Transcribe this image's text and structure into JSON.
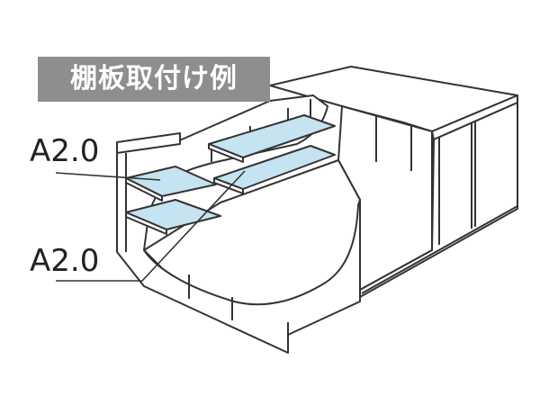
{
  "title": "棚板取付け例",
  "labels": {
    "upper": "A2.0",
    "lower": "A2.0"
  },
  "colors": {
    "title_bg": "#8e8e8e",
    "title_text": "#ffffff",
    "shelf_fill": "#c5e3f0",
    "line": "#333333",
    "body": "#ffffff"
  }
}
